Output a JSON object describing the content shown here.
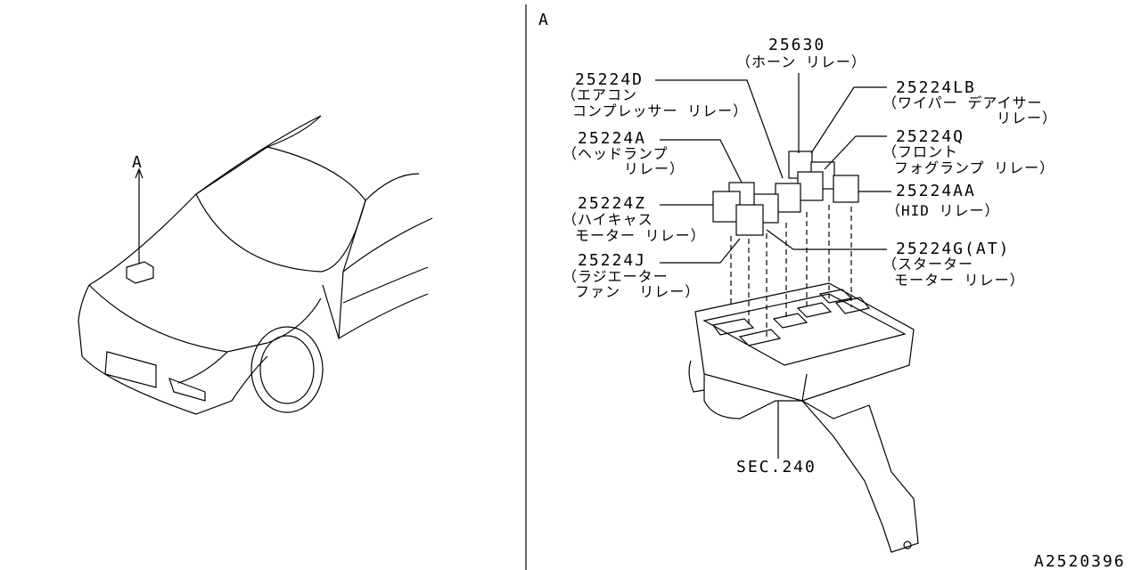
{
  "overview": {
    "view_label": "A"
  },
  "detail": {
    "view_label": "A",
    "callouts": [
      {
        "part": "25630",
        "desc": [
          "（ホーン リレー）"
        ]
      },
      {
        "part": "25224D",
        "desc": [
          "（エアコン",
          "コンプレッサー リレー）"
        ]
      },
      {
        "part": "25224LB",
        "desc": [
          "（ワイパー デアイサー",
          "リレー）"
        ]
      },
      {
        "part": "25224A",
        "desc": [
          "（ヘッドランプ",
          "リレー）"
        ]
      },
      {
        "part": "25224Q",
        "desc": [
          "（フロント",
          "フォグランプ リレー）"
        ]
      },
      {
        "part": "25224AA",
        "desc": [
          "（HID リレー）"
        ]
      },
      {
        "part": "25224Z",
        "desc": [
          "（ハイキャス",
          "モーター リレー）"
        ]
      },
      {
        "part": "25224G(AT)",
        "desc": [
          "（スターター",
          "モーター リレー）"
        ]
      },
      {
        "part": "25224J",
        "desc": [
          "（ラジエーター",
          "ファン  リレー）"
        ]
      }
    ],
    "section_ref": "SEC.240"
  },
  "diagram_id": "A2520396"
}
